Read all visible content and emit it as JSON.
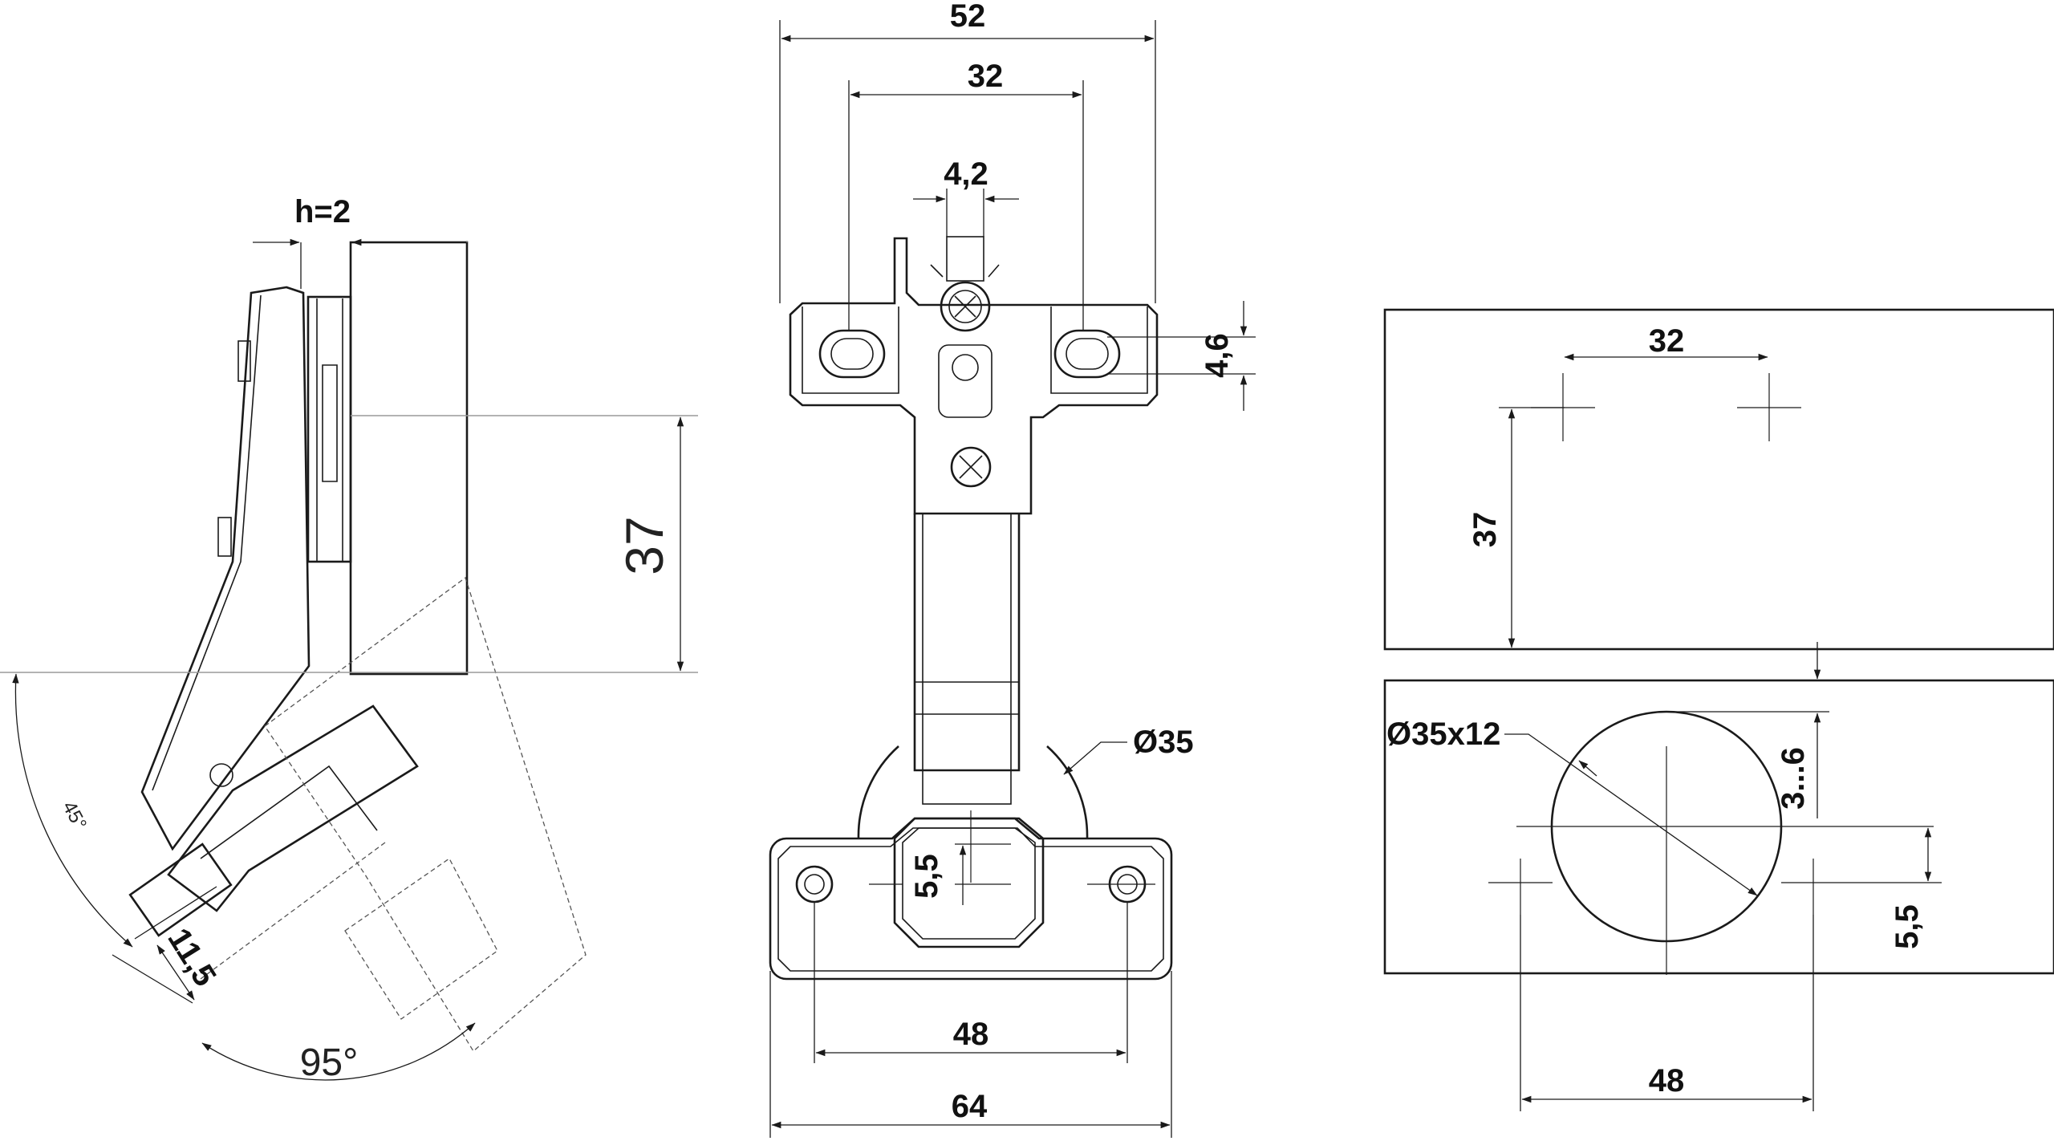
{
  "side_view": {
    "gap_label": "h=2",
    "height_label": "37",
    "open_angle_label": "95°",
    "tilt_angle_label": "45°",
    "offset_label": "11,5"
  },
  "front_view": {
    "width_overall_label": "52",
    "screw_spacing_label": "32",
    "slot_width_label": "4,2",
    "slot_height_label": "4,6",
    "cup_label": "Ø35",
    "cup_offset_label": "5,5",
    "base_hole_spacing_label": "48",
    "base_width_label": "64"
  },
  "drilling_view": {
    "screw_spacing_label": "32",
    "height_label": "37",
    "cup_bore_label": "Ø35x12",
    "edge_distance_label": "3...6",
    "cup_offset_label": "5,5",
    "hole_spacing_label": "48"
  }
}
